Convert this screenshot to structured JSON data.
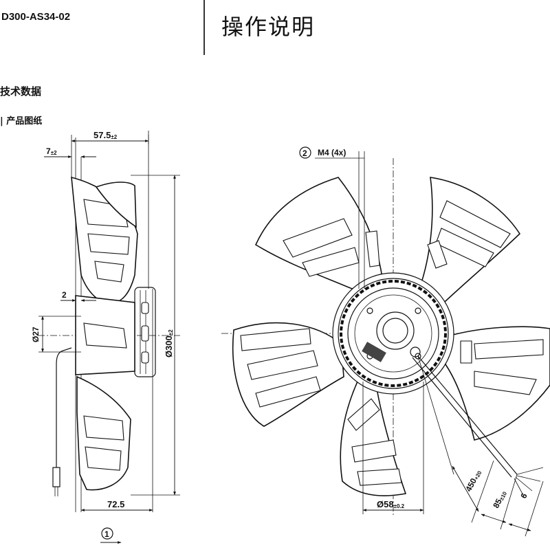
{
  "header": {
    "model_text": "D300-AS34-02",
    "title": "操作说明"
  },
  "sections": {
    "tech_data": "技术数据",
    "product_drawing": "产品图纸"
  },
  "dimensions": {
    "depth": "57.5",
    "depth_tol": "±2",
    "offset": "7",
    "offset_tol": "±2",
    "gap": "2",
    "shaft_dia": "Ø27",
    "fan_dia": "Ø300",
    "fan_dia_tol": "±2",
    "overall_depth": "72.5",
    "hub_dia": "Ø58",
    "hub_dia_tol": "±0.2",
    "cable_length": "450",
    "cable_length_tol": "+20",
    "strip_length": "85",
    "strip_length_tol": "±10",
    "wire_end": "6"
  },
  "callouts": {
    "item1": "1",
    "item2": "2",
    "thread": "M4 (4x)"
  }
}
